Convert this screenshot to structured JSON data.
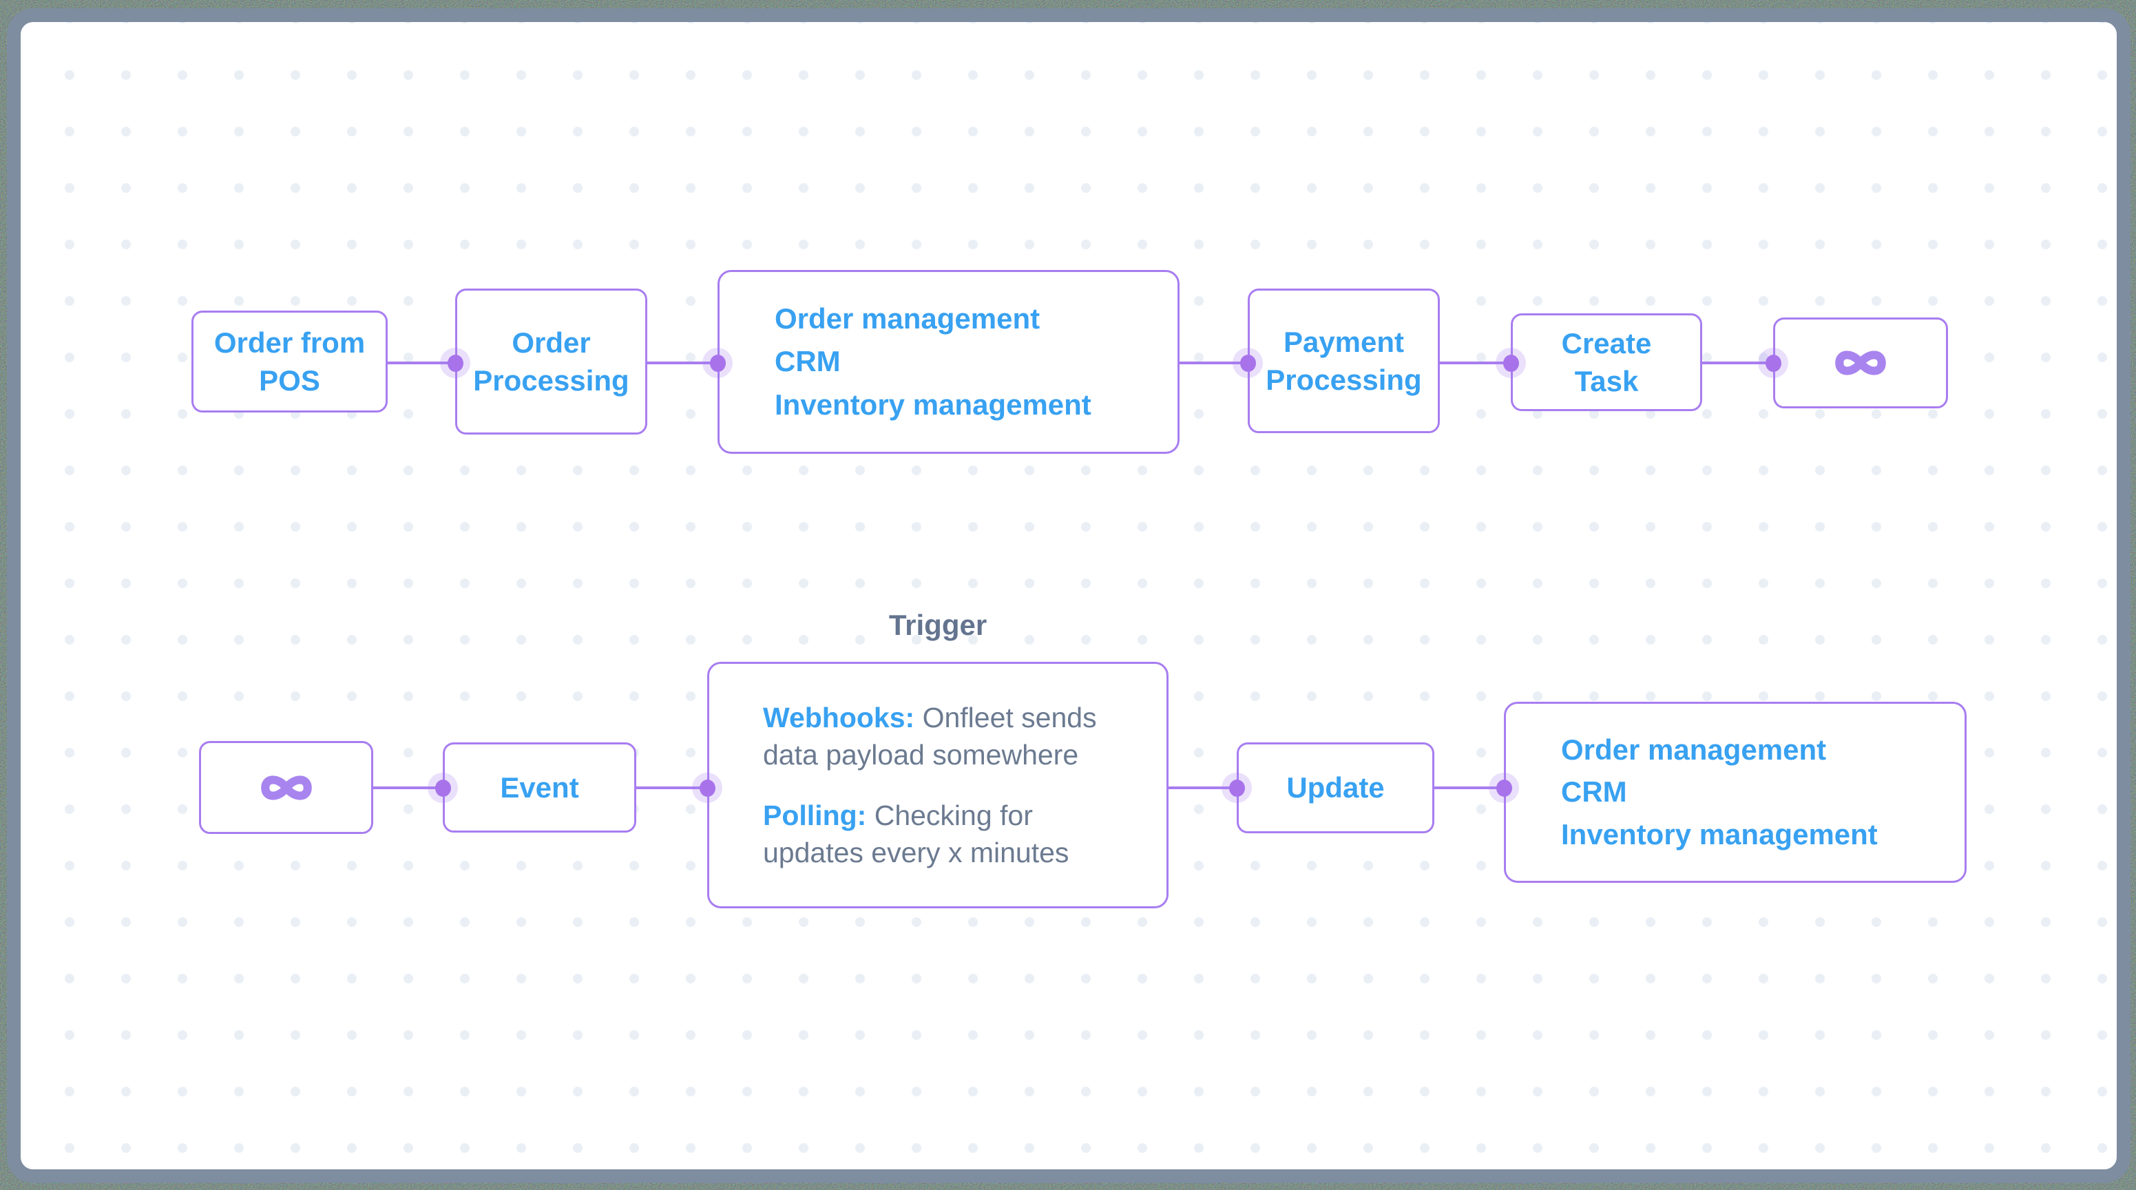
{
  "window": {
    "frame_color": "#7e8d9f",
    "canvas_color": "#ffffff",
    "grid_dot_color": "#e9eff5"
  },
  "colors": {
    "accent_purple": "#a87df0",
    "port_purple": "#a873ea",
    "node_text_blue": "#38a1f1",
    "body_text_gray": "#6b7a90",
    "label_gray": "#64748f"
  },
  "flow_top": {
    "order_from_pos": "Order from POS",
    "order_processing": "Order Processing",
    "integrations": [
      "Order management",
      "CRM",
      "Inventory management"
    ],
    "payment_processing": "Payment Processing",
    "create_task": "Create Task",
    "infinity_icon": "infinity-icon"
  },
  "flow_bottom": {
    "infinity_icon": "infinity-icon",
    "event": "Event",
    "trigger_label": "Trigger",
    "webhooks_key": "Webhooks:",
    "webhooks_text": " Onfleet sends data payload somewhere",
    "polling_key": "Polling:",
    "polling_text": " Checking for updates every x minutes",
    "update": "Update",
    "integrations": [
      "Order management",
      "CRM",
      "Inventory management"
    ]
  }
}
